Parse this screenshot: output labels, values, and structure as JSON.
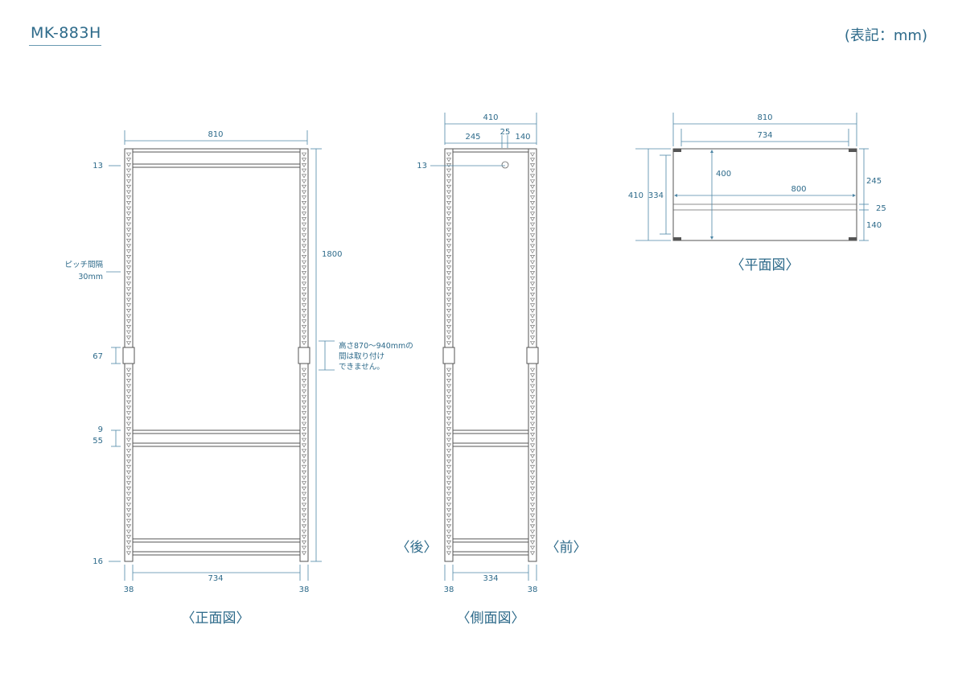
{
  "header": {
    "model": "MK-883H",
    "unit_note": "(表記：mm)"
  },
  "front_view": {
    "caption": "〈正面図〉",
    "width_total": "810",
    "width_inner": "734",
    "height_total": "1800",
    "post_left": "38",
    "post_right": "38",
    "top_gap": "13",
    "pitch_label": "ピッチ間隔",
    "pitch_value": "30mm",
    "joint_height": "67",
    "shelf_gap_a": "9",
    "shelf_gap_b": "55",
    "bottom_gap": "16",
    "note_lines": [
      "高さ870～940mmの",
      "間は取り付け",
      "できません。"
    ]
  },
  "side_view": {
    "caption": "〈側面図〉",
    "depth_total": "410",
    "seg_back": "245",
    "seg_mid": "25",
    "seg_front": "140",
    "top_gap": "13",
    "depth_inner": "334",
    "post_left": "38",
    "post_right": "38",
    "back_label": "〈後〉",
    "front_label": "〈前〉"
  },
  "plan_view": {
    "caption": "〈平面図〉",
    "width_total": "810",
    "width_inner": "734",
    "depth_total": "410",
    "depth_inner": "334",
    "span_400": "400",
    "span_800": "800",
    "seg_back": "245",
    "seg_mid": "25",
    "seg_front": "140"
  }
}
